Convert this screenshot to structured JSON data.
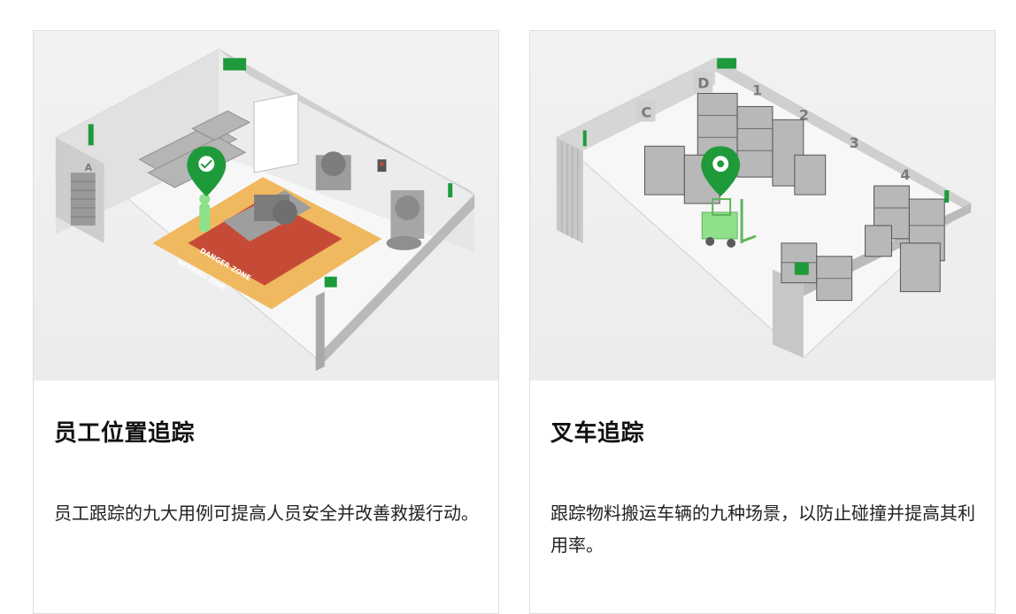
{
  "cards": [
    {
      "title": "员工位置追踪",
      "description": "员工跟踪的九大用例可提高人员安全并改善救援行动。",
      "image": {
        "wall_label": "A",
        "danger_zone_text": "DANGER ZONE",
        "warning_zone_text": "WARNING ZONE",
        "colors": {
          "danger": "#c64b37",
          "warning": "#f0b95f",
          "accent": "#1e9a3a"
        }
      }
    },
    {
      "title": "叉车追踪",
      "description": "跟踪物料搬运车辆的九种场景，以防止碰撞并提高其利用率。",
      "image": {
        "zone_labels": [
          "C",
          "D",
          "1",
          "2",
          "3",
          "4"
        ],
        "colors": {
          "accent": "#1e9a3a",
          "forklift": "#8fe08a"
        }
      }
    }
  ]
}
